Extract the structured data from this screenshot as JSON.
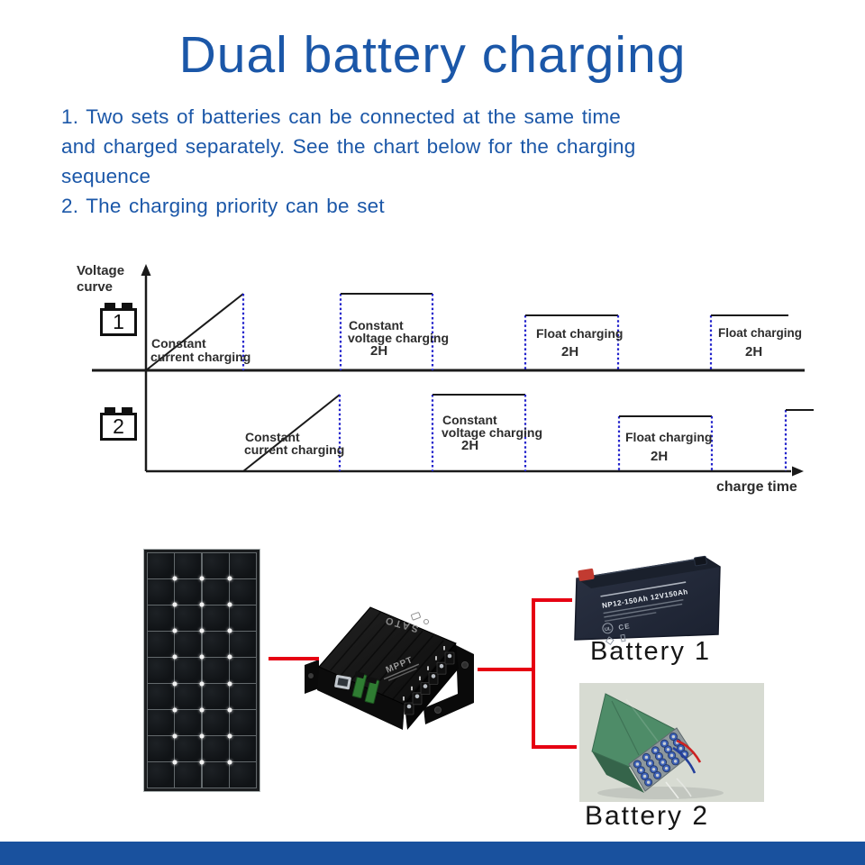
{
  "header": {
    "title": "Dual battery charging",
    "text_color": "#1b57a8"
  },
  "intro": {
    "lines": [
      "1. Two sets of batteries can be connected at the same time",
      "and charged separately. See the chart below for the charging",
      "sequence",
      "2. The charging priority can be set"
    ]
  },
  "chart": {
    "type": "timing-diagram",
    "y_axis_label": "Voltage curve",
    "x_axis_label": "charge time",
    "series": [
      {
        "battery": "1",
        "phases": [
          "Constant current charging",
          "Constant voltage charging 2H",
          "Float charging 2H",
          "Float charging 2H"
        ]
      },
      {
        "battery": "2",
        "phases": [
          "Constant current charging",
          "Constant voltage charging 2H",
          "Float charging 2H"
        ]
      }
    ],
    "colors": {
      "line": "#1a1a1a",
      "dotted": "#2222cc",
      "text": "#2d2d2d"
    },
    "battery_icons": [
      {
        "label": "1"
      },
      {
        "label": "2"
      }
    ],
    "lines": [
      [
        162,
        238,
        162,
        12,
        "s",
        2.5
      ],
      [
        102,
        126,
        893,
        126,
        "s",
        3
      ],
      [
        162,
        238,
        878,
        238,
        "s",
        2.5
      ],
      [
        162,
        126,
        270,
        41,
        "s",
        2
      ],
      [
        270,
        41,
        270,
        126,
        "d",
        2.2
      ],
      [
        378,
        41,
        378,
        126,
        "d",
        2.2
      ],
      [
        378,
        41,
        480,
        41,
        "s",
        2
      ],
      [
        480,
        41,
        480,
        126,
        "d",
        2.2
      ],
      [
        583,
        65,
        583,
        126,
        "d",
        2.2
      ],
      [
        583,
        65,
        686,
        65,
        "s",
        2
      ],
      [
        686,
        65,
        686,
        126,
        "d",
        2.2
      ],
      [
        789,
        65,
        789,
        126,
        "d",
        2.2
      ],
      [
        789,
        65,
        875,
        65,
        "s",
        2
      ],
      [
        270,
        238,
        377,
        153,
        "s",
        2
      ],
      [
        377,
        153,
        377,
        238,
        "d",
        2.2
      ],
      [
        480,
        153,
        480,
        238,
        "d",
        2.2
      ],
      [
        480,
        153,
        583,
        153,
        "s",
        2
      ],
      [
        583,
        153,
        583,
        238,
        "d",
        2.2
      ],
      [
        687,
        177,
        687,
        238,
        "d",
        2.2
      ],
      [
        687,
        177,
        790,
        177,
        "s",
        2
      ],
      [
        790,
        177,
        790,
        238,
        "d",
        2.2
      ],
      [
        872,
        170,
        872,
        238,
        "d",
        2.2
      ],
      [
        872,
        170,
        903,
        170,
        "s",
        2
      ]
    ],
    "arrows": [
      [
        162,
        10,
        "up"
      ],
      [
        884,
        238,
        "right"
      ]
    ],
    "labels": [
      [
        85,
        8,
        "Voltage",
        15
      ],
      [
        85,
        26,
        "curve",
        15
      ],
      [
        168,
        89,
        "Constant",
        14
      ],
      [
        167,
        104,
        "current charging",
        14
      ],
      [
        387,
        69,
        "Constant",
        14
      ],
      [
        386,
        83,
        "voltage charging",
        14
      ],
      [
        411,
        97,
        "2H",
        15
      ],
      [
        595,
        78,
        "Float charging",
        14
      ],
      [
        623,
        98,
        "2H",
        15
      ],
      [
        797,
        78,
        "Float charging",
        13.5
      ],
      [
        827,
        98,
        "2H",
        15
      ],
      [
        272,
        193,
        "Constant",
        14
      ],
      [
        271,
        207,
        "current charging",
        14
      ],
      [
        491,
        174,
        "Constant",
        14
      ],
      [
        490,
        188,
        "voltage charging",
        14
      ],
      [
        512,
        202,
        "2H",
        15
      ],
      [
        694,
        193,
        "Float charging",
        14
      ],
      [
        722,
        214,
        "2H",
        15
      ],
      [
        795,
        247,
        "charge time",
        16
      ]
    ]
  },
  "devices": {
    "solar_panel": {
      "cols": 4,
      "rows": 9
    },
    "controller": {
      "brand": "SATO",
      "type_label": "MPPT"
    },
    "battery1": {
      "label": "Battery 1",
      "model_text": "NP12-150Ah 12V150Ah",
      "ul_mark": "UL",
      "ce_mark": "CE"
    },
    "battery2": {
      "label": "Battery 2"
    },
    "wire_color": "#e60012"
  },
  "footer": {
    "bar_color": "#19519e"
  }
}
